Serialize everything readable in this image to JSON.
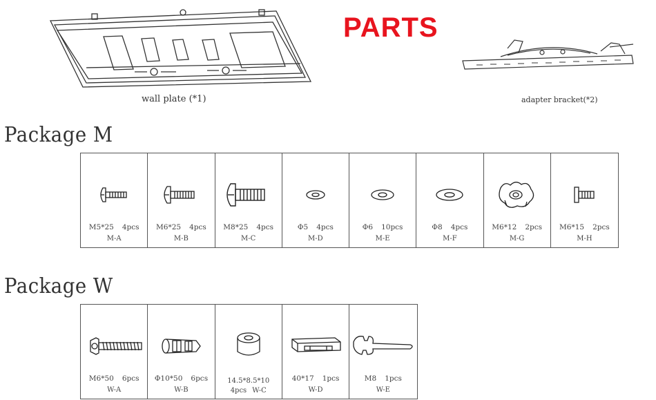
{
  "title": "PARTS",
  "wall_plate": {
    "caption": "wall plate (*1)"
  },
  "adapter_bracket": {
    "caption": "adapter bracket(*2)"
  },
  "package_m": {
    "heading": "Package M",
    "items": [
      {
        "size": "M5*25",
        "qty": "4pcs",
        "code": "M-A",
        "icon": "screw-icon"
      },
      {
        "size": "M6*25",
        "qty": "4pcs",
        "code": "M-B",
        "icon": "screw-icon"
      },
      {
        "size": "M8*25",
        "qty": "4pcs",
        "code": "M-C",
        "icon": "screw-icon"
      },
      {
        "size": "Φ5",
        "qty": "4pcs",
        "code": "M-D",
        "icon": "washer-icon"
      },
      {
        "size": "Φ6",
        "qty": "10pcs",
        "code": "M-E",
        "icon": "washer-icon"
      },
      {
        "size": "Φ8",
        "qty": "4pcs",
        "code": "M-F",
        "icon": "washer-icon"
      },
      {
        "size": "M6*12",
        "qty": "2pcs",
        "code": "M-G",
        "icon": "knob-icon"
      },
      {
        "size": "M6*15",
        "qty": "2pcs",
        "code": "M-H",
        "icon": "screw-icon"
      }
    ]
  },
  "package_w": {
    "heading": "Package W",
    "items": [
      {
        "size": "M6*50",
        "qty": "6pcs",
        "code": "W-A",
        "icon": "lag-bolt-icon"
      },
      {
        "size": "Φ10*50",
        "qty": "6pcs",
        "code": "W-B",
        "icon": "anchor-icon"
      },
      {
        "size": "14.5*8.5*10",
        "qty": "4pcs",
        "code": "W-C",
        "icon": "spacer-icon"
      },
      {
        "size": "40*17",
        "qty": "1pcs",
        "code": "W-D",
        "icon": "level-icon"
      },
      {
        "size": "M8",
        "qty": "1pcs",
        "code": "W-E",
        "icon": "wrench-icon"
      }
    ]
  }
}
